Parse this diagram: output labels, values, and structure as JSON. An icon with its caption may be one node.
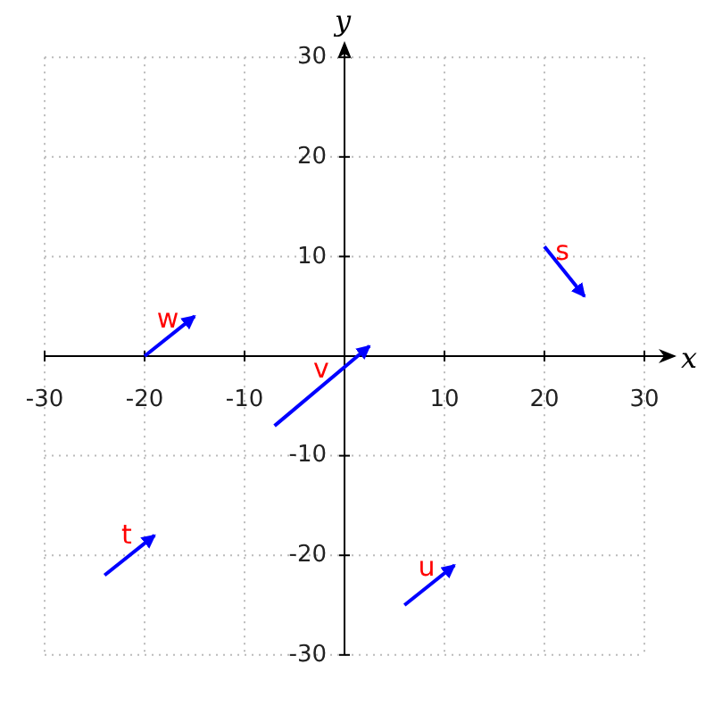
{
  "diagram": {
    "labels": [
      "y",
      "30",
      "20",
      "10",
      "s",
      "w",
      "v",
      "x",
      "-30",
      "-20",
      "-10",
      "10",
      "20",
      "30",
      "-10",
      "t",
      "-20",
      "u",
      "-30"
    ]
  }
}
